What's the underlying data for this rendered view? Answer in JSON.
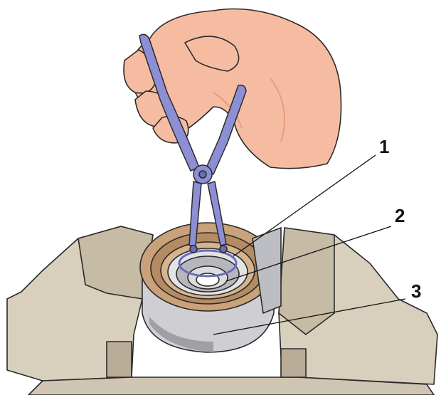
{
  "callouts": [
    {
      "id": "1",
      "label": "1"
    },
    {
      "id": "2",
      "label": "2"
    },
    {
      "id": "3",
      "label": "3"
    }
  ],
  "colors": {
    "skin": "#f6bca2",
    "skin_shadow": "#e79c80",
    "pliers": "#8c8fd4",
    "pliers_dark": "#6a6db8",
    "vise": "#d8cfbd",
    "vise_shadow": "#b9ad97",
    "bearing_bronze": "#c9a27a",
    "bearing_steel": "#cfcfd3",
    "outline": "#2a2a2a"
  }
}
